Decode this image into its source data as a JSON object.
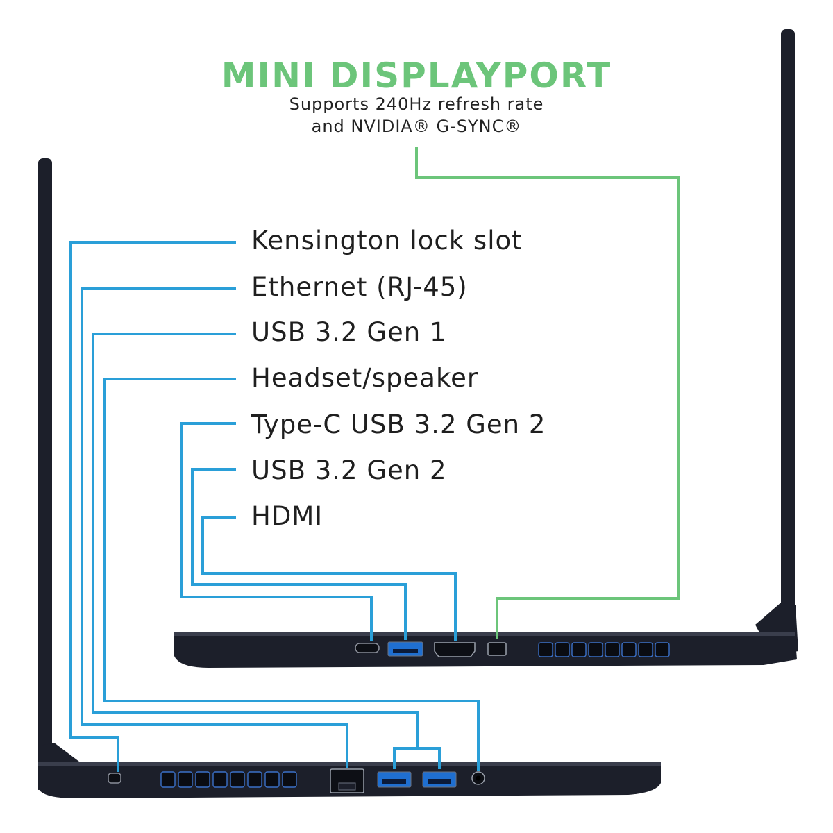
{
  "header": {
    "title": "MINI DISPLAYPORT",
    "subtitle_line1": "Supports 240Hz refresh rate",
    "subtitle_line2": "and NVIDIA® G-SYNC®"
  },
  "ports": [
    "Kensington lock slot",
    "Ethernet (RJ-45)",
    "USB 3.2 Gen 1",
    "Headset/speaker",
    "Type-C USB 3.2 Gen 2",
    "USB 3.2 Gen 2",
    "HDMI"
  ],
  "colors": {
    "callout_blue": "#2a9fd8",
    "callout_green": "#6cc57a",
    "laptop_body": "#1c1f2a",
    "port_accent_blue": "#1f6fd1"
  }
}
